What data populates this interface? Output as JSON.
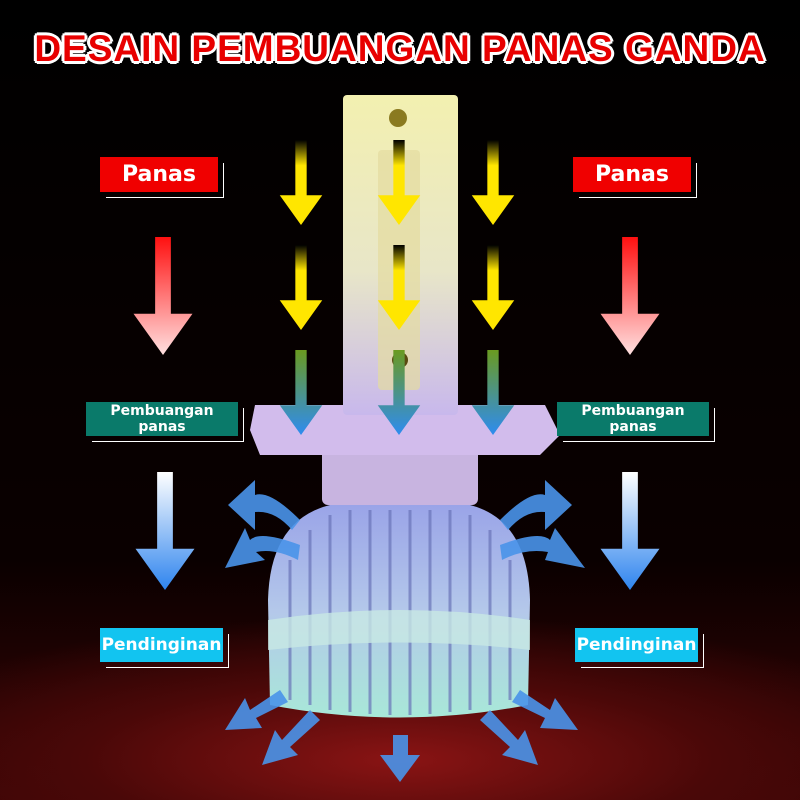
{
  "title": "DESAIN PEMBUANGAN PANAS GANDA",
  "labels": {
    "heat_left": "Panas",
    "heat_right": "Panas",
    "dissipation_left": "Pembuangan panas",
    "dissipation_right": "Pembuangan panas",
    "cooling_left": "Pendinginan",
    "cooling_right": "Pendinginan"
  },
  "colors": {
    "title": "#e80000",
    "heat": "#f00000",
    "dissipation": "#0a7a6a",
    "cooling": "#12c4f0",
    "heat_arrow": "#ffe600",
    "cool_arrow": "#3a8cf0"
  }
}
